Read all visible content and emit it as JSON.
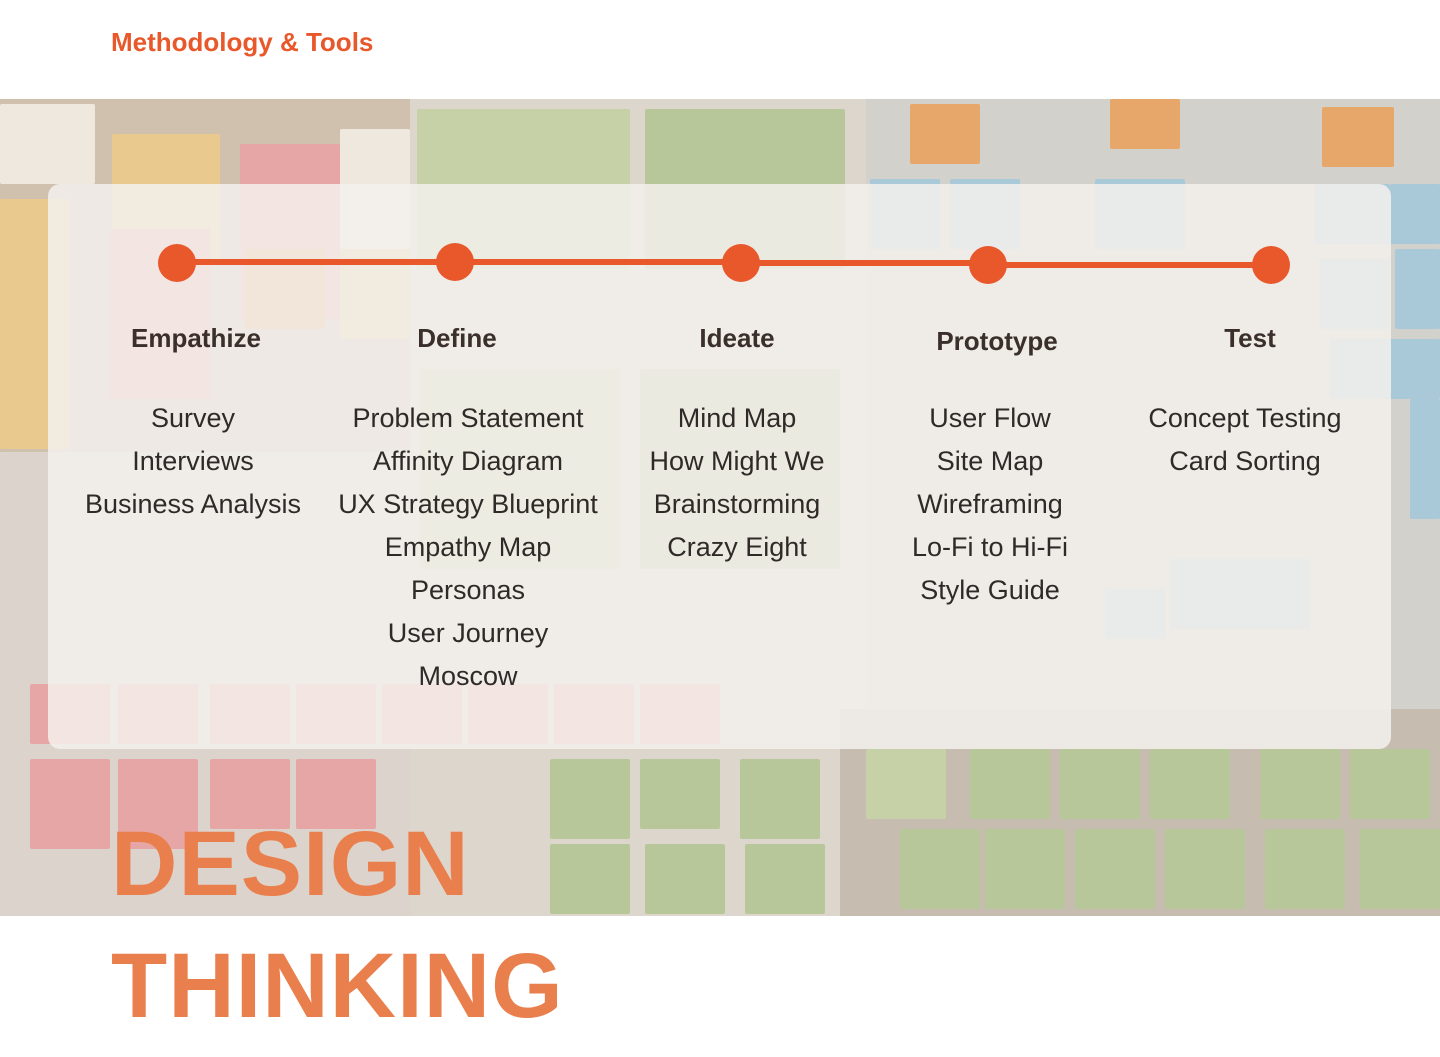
{
  "header": {
    "title": "Methodology & Tools"
  },
  "stages": [
    {
      "title": "Empathize",
      "tools": [
        "Survey",
        "Interviews",
        "Business Analysis"
      ]
    },
    {
      "title": "Define",
      "tools": [
        "Problem Statement",
        "Affinity Diagram",
        "UX Strategy Blueprint",
        "Empathy Map",
        "Personas",
        "User Journey",
        "Moscow"
      ]
    },
    {
      "title": "Ideate",
      "tools": [
        "Mind Map",
        "How Might We",
        "Brainstorming",
        "Crazy Eight"
      ]
    },
    {
      "title": "Prototype",
      "tools": [
        "User Flow",
        "Site Map",
        "Wireframing",
        "Lo-Fi to Hi-Fi",
        "Style Guide"
      ]
    },
    {
      "title": "Test",
      "tools": [
        "Concept Testing",
        "Card Sorting"
      ]
    }
  ],
  "hero": {
    "line1": "DESIGN",
    "line2": "THINKING"
  },
  "colors": {
    "accent": "#e8582a",
    "hero": "#ea7f4e",
    "text": "#2f2a27"
  }
}
